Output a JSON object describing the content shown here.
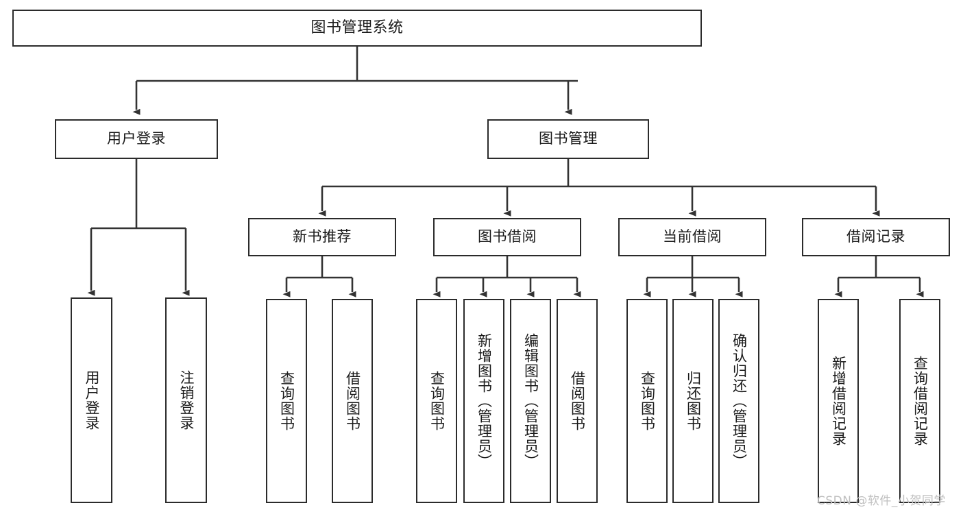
{
  "diagram": {
    "title": "图书管理系统",
    "type": "tree",
    "watermark": "CSDN @软件_小贺同学",
    "colors": {
      "border": "#2b2b2b",
      "fill": "#ffffff",
      "edge": "#333333",
      "text": "#1a1a1a",
      "watermark": "#bfbfbf"
    },
    "nodes": {
      "root": {
        "label": "图书管理系统"
      },
      "level1": [
        {
          "id": "user-login",
          "label": "用户登录"
        },
        {
          "id": "book-manage",
          "label": "图书管理"
        }
      ],
      "level2": [
        {
          "id": "new-book-recommend",
          "label": "新书推荐"
        },
        {
          "id": "book-borrow",
          "label": "图书借阅"
        },
        {
          "id": "current-borrow",
          "label": "当前借阅"
        },
        {
          "id": "borrow-record",
          "label": "借阅记录"
        }
      ],
      "leaves": {
        "user_login": [
          {
            "id": "leaf-user-login",
            "label": "用户登录"
          },
          {
            "id": "leaf-logout-login",
            "label": "注销登录"
          }
        ],
        "new_book_recommend": [
          {
            "id": "leaf-query-book-1",
            "label": "查询图书"
          },
          {
            "id": "leaf-borrow-book-1",
            "label": "借阅图书"
          }
        ],
        "book_borrow": [
          {
            "id": "leaf-query-book-2",
            "label": "查询图书"
          },
          {
            "id": "leaf-add-book",
            "label": "新增图书（管理员）"
          },
          {
            "id": "leaf-edit-book",
            "label": "编辑图书（管理员）"
          },
          {
            "id": "leaf-borrow-book-2",
            "label": "借阅图书"
          }
        ],
        "current_borrow": [
          {
            "id": "leaf-query-book-3",
            "label": "查询图书"
          },
          {
            "id": "leaf-return-book",
            "label": "归还图书"
          },
          {
            "id": "leaf-confirm-return",
            "label": "确认归还（管理员）"
          }
        ],
        "borrow_record": [
          {
            "id": "leaf-add-record",
            "label": "新增借阅记录"
          },
          {
            "id": "leaf-query-record",
            "label": "查询借阅记录"
          }
        ]
      }
    }
  }
}
